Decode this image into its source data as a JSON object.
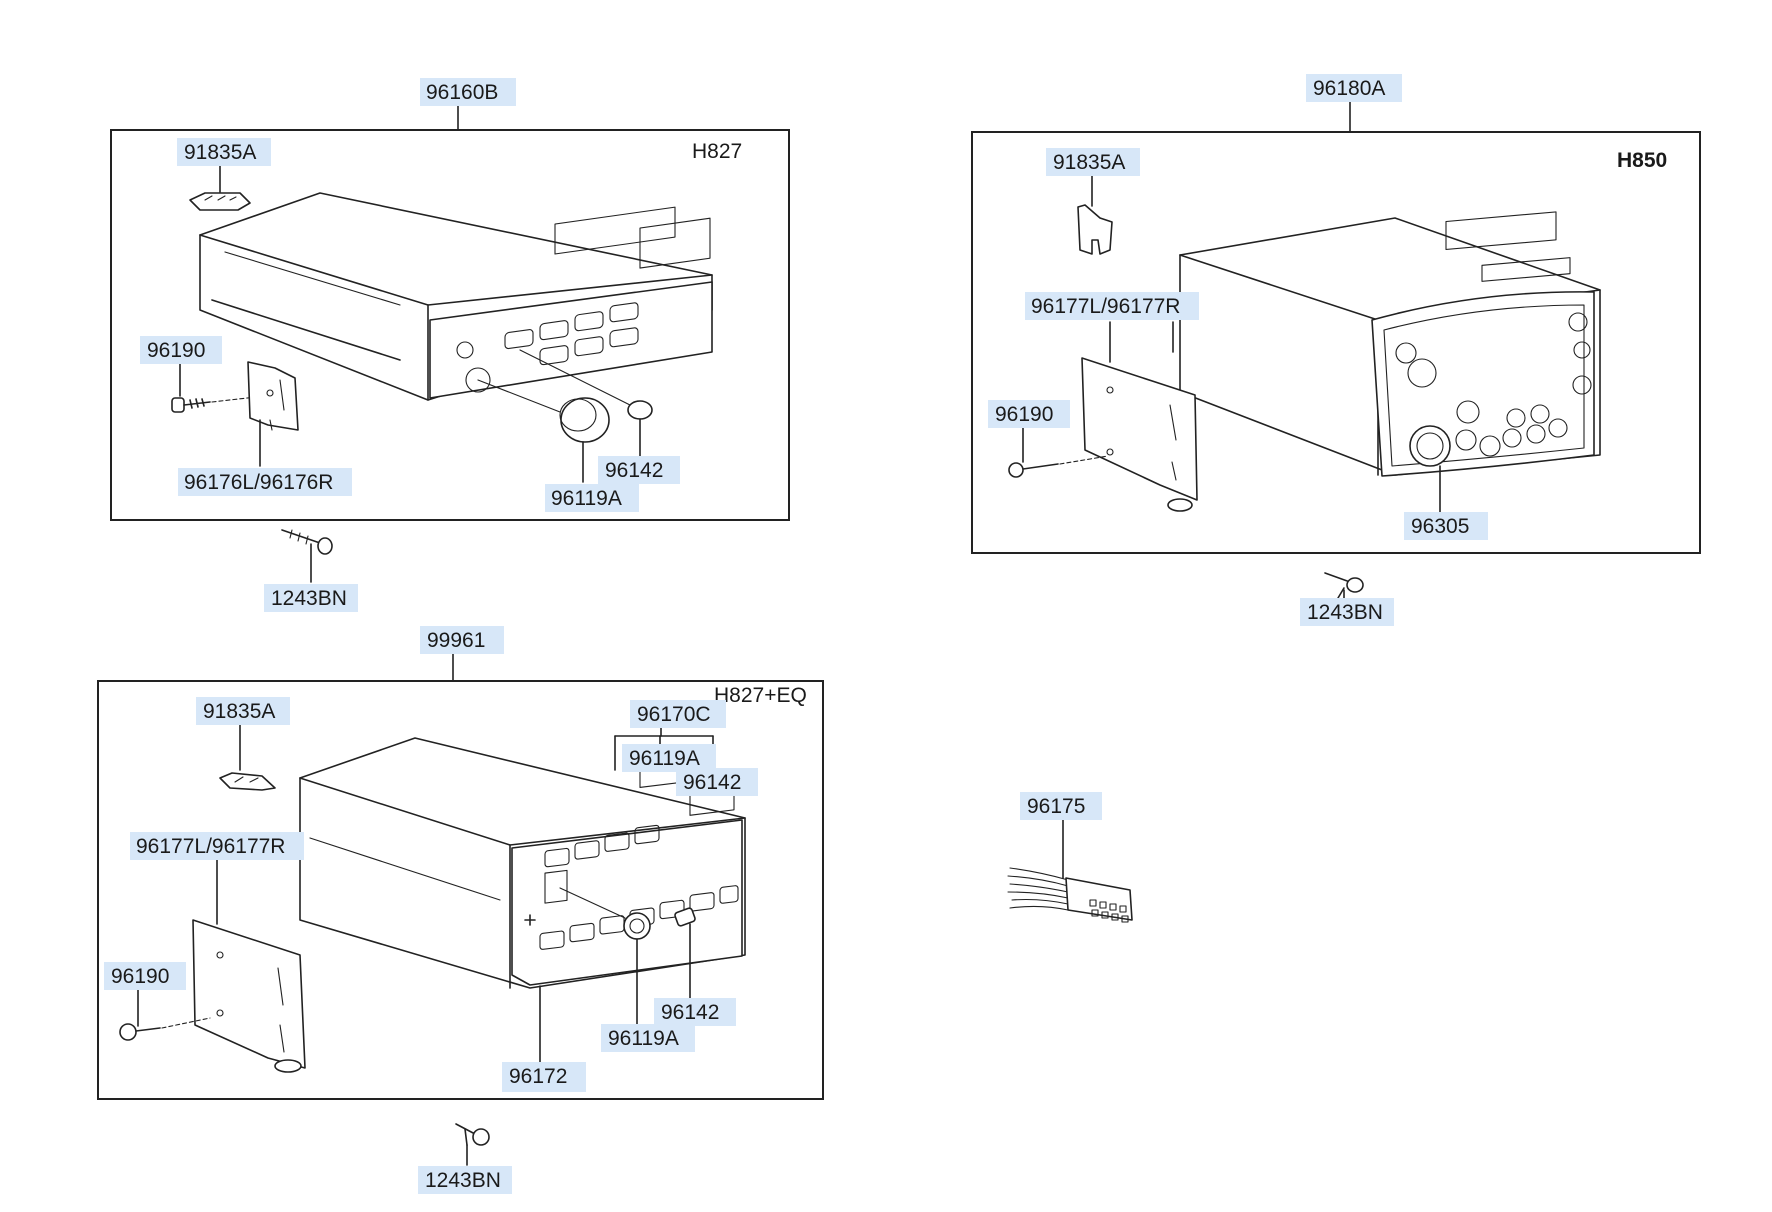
{
  "panels": {
    "h827": {
      "code": "H827",
      "labels": {
        "assembly": "96160B",
        "fuse": "91835A",
        "screw": "96190",
        "bracket": "96176L/96176R",
        "knob": "96119A",
        "button": "96142",
        "tapping_screw": "1243BN"
      }
    },
    "h850": {
      "code": "H850",
      "labels": {
        "assembly": "96180A",
        "fuse": "91835A",
        "bracket": "96177L/96177R",
        "screw": "96190",
        "face": "96305",
        "tapping_screw": "1243BN"
      }
    },
    "h827eq": {
      "code": "H827+EQ",
      "labels": {
        "assembly": "99961",
        "fuse": "91835A",
        "knob_set": "96170C",
        "knob": "96119A",
        "button": "96142",
        "bracket": "96177L/96177R",
        "screw": "96190",
        "button_lower": "96142",
        "knob_lower": "96119A",
        "panel": "96172",
        "tapping_screw": "1243BN"
      }
    },
    "harness": {
      "labels": {
        "connector": "96175"
      }
    }
  }
}
